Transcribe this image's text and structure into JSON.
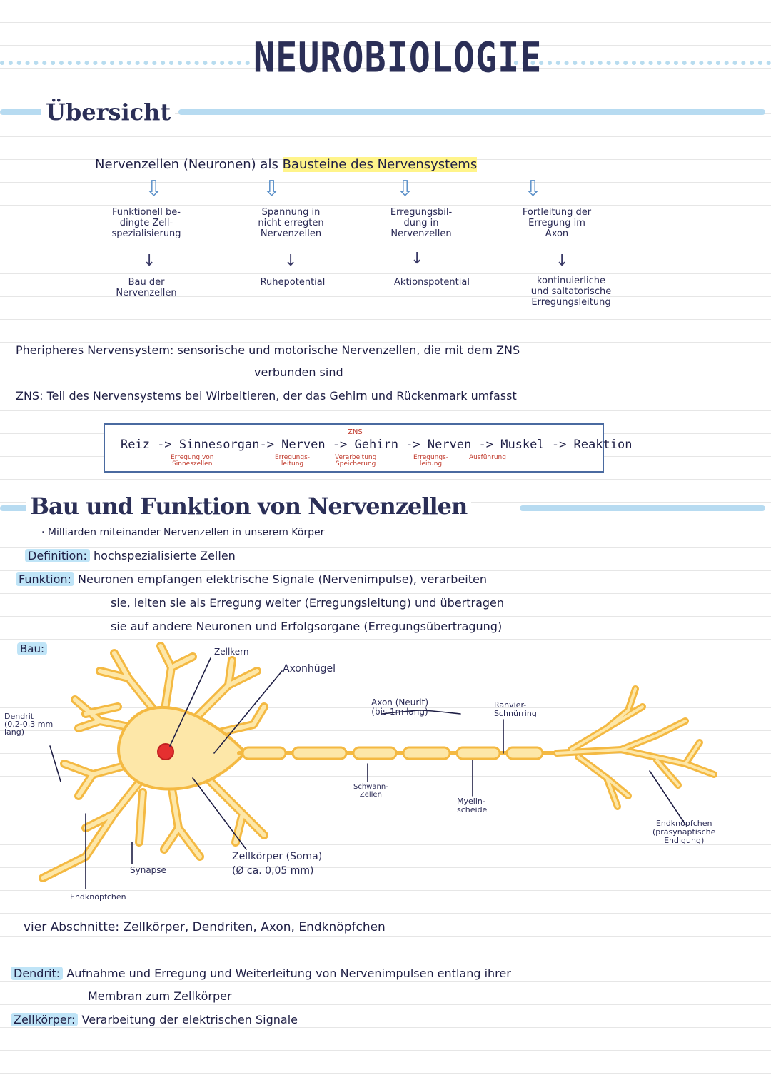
{
  "page": {
    "title": "NEUROBIOLOGIE",
    "sections": {
      "overview": "Übersicht",
      "structure": "Bau und Funktion von Nervenzellen"
    }
  },
  "overview": {
    "heading": "Nervenzellen (Neuronen) als",
    "heading_highlight": "Bausteine des Nervensystems",
    "branches": [
      {
        "top": "Funktionell be-\ndingte Zell-\nspezialisierung",
        "bottom": "Bau der\nNervenzellen"
      },
      {
        "top": "Spannung in\nnicht erregten\nNervenzellen",
        "bottom": "Ruhepotential"
      },
      {
        "top": "Erregungsbil-\ndung in\nNervenzellen",
        "bottom": "Aktionspotential"
      },
      {
        "top": "Fortleitung der\nErregung im\nAxon",
        "bottom": "kontinuierliche\nund saltatorische\nErregungsleitung"
      }
    ]
  },
  "definitions": {
    "pns_line1": "Pheripheres Nervensystem: sensorische und motorische Nervenzellen, die mit dem ZNS",
    "pns_line2": "verbunden sind",
    "zns": "ZNS: Teil des Nervensystems bei Wirbeltieren, der das Gehirn und Rückenmark umfasst"
  },
  "flow": {
    "main": "Reiz -> Sinnesorgan-> Nerven -> Gehirn -> Nerven -> Muskel -> Reaktion",
    "top_label": "ZNS",
    "subs": [
      "Erregung von\nSinneszellen",
      "Erregungs-\nleitung",
      "Verarbeitung\nSpeicherung",
      "Erregungs-\nleitung",
      "Ausführung"
    ]
  },
  "structure": {
    "intro": "· Milliarden miteinander Nervenzellen in unserem Körper",
    "definition_label": "Definition:",
    "definition_text": "hochspezialisierte Zellen",
    "function_label": "Funktion:",
    "function_line1": "Neuronen empfangen elektrische Signale (Nervenimpulse), verarbeiten",
    "function_line2": "sie, leiten sie als Erregung weiter (Erregungsleitung) und übertragen",
    "function_line3": "sie auf andere Neuronen und Erfolgsorgane (Erregungsübertragung)",
    "bau_label": "Bau:"
  },
  "diagram": {
    "labels": {
      "zellkern": "Zellkern",
      "axonhuegel": "Axonhügel",
      "dendrit": "Dendrit\n(0,2-0,3 mm\nlang)",
      "axon": "Axon (Neurit)\n(bis 1m lang)",
      "ranvier": "Ranvier-\nSchnürring",
      "schwann": "Schwann-\nZellen",
      "myelin": "Myelin-\nscheide",
      "endknoepfchen_right": "Endknöpfchen\n(präsynaptische\nEndigung)",
      "zellkoerper": "Zellkörper (Soma)\n(Ø ca. 0,05 mm)",
      "synapse": "Synapse",
      "endknoepfchen_left": "Endknöpfchen"
    },
    "colors": {
      "cell_fill": "#fde7a8",
      "cell_outline": "#f4b942",
      "nucleus": "#e53030",
      "myelin": "#fde7a8"
    }
  },
  "bottom": {
    "four_parts": "vier Abschnitte: Zellkörper, Dendriten, Axon, Endknöpfchen",
    "dendrit_label": "Dendrit:",
    "dendrit_line1": "Aufnahme und Erregung und Weiterleitung von Nervenimpulsen entlang ihrer",
    "dendrit_line2": "Membran zum Zellkörper",
    "zellkoerper_label": "Zellkörper:",
    "zellkoerper_text": "Verarbeitung der elektrischen Signale"
  }
}
